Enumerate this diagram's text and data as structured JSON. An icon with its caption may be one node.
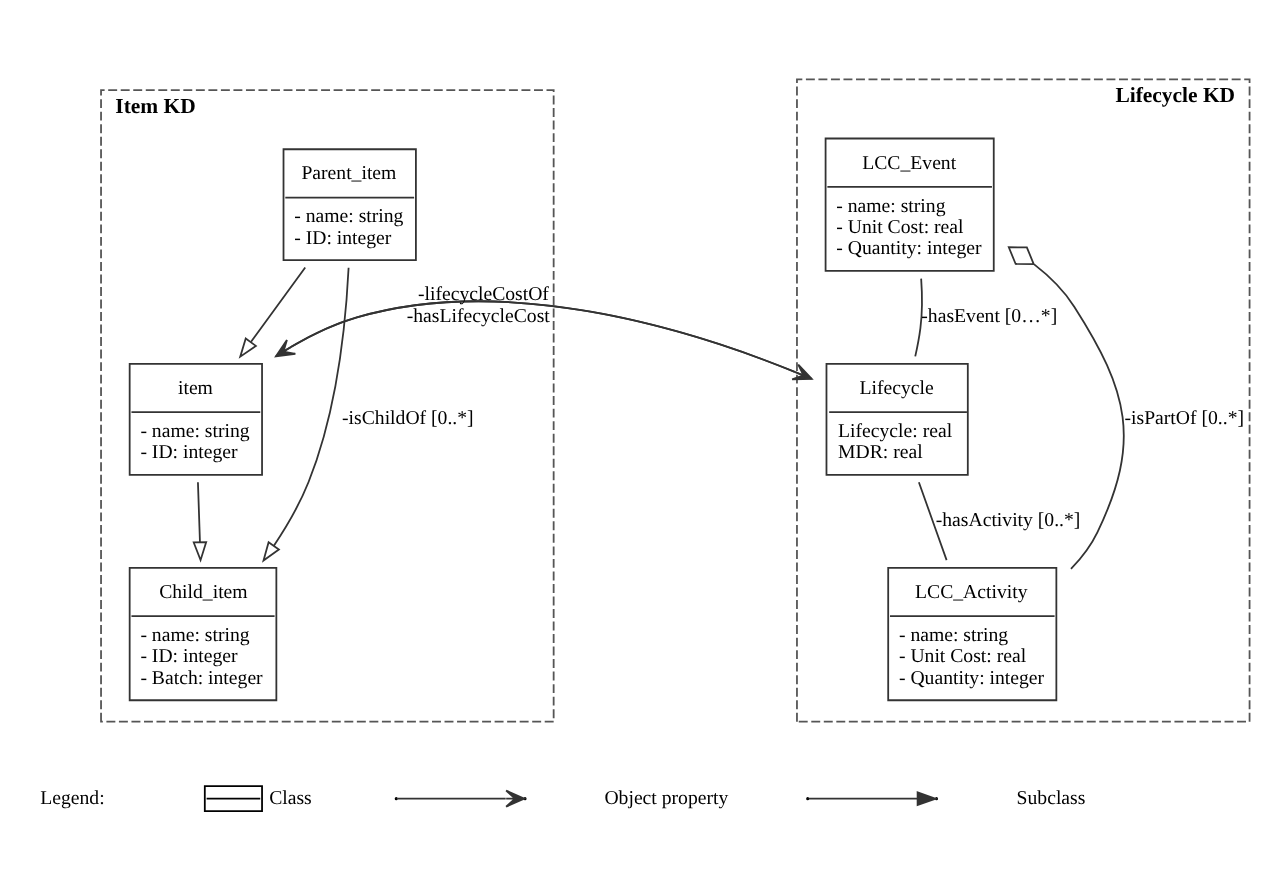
{
  "diagram": {
    "nodes": [
      {
        "text": [
          "Item KD"
        ]
      },
      {
        "text": [
          "Parent_item",
          "- name: string",
          "- ID: integer"
        ],
        "in": 0
      },
      {
        "text": [
          "item",
          "- name: string",
          "- ID: integer"
        ],
        "in": 0
      },
      {
        "text": [
          "Child_item",
          "- name: string",
          "- ID: integer",
          "- Batch: integer"
        ],
        "in": 0
      },
      {
        "text": [
          "Lifecycle KD"
        ]
      },
      {
        "text": [
          "LCC_Event",
          "- name: string",
          "- Unit Cost: real",
          "- Quantity: integer"
        ],
        "in": 4
      },
      {
        "text": [
          "Lifecycle",
          "Lifecycle: real",
          "MDR: real"
        ],
        "in": 4
      },
      {
        "text": [
          "LCC_Activity",
          "- name: string",
          "- Unit Cost: real",
          "- Quantity: integer"
        ],
        "in": 4
      }
    ],
    "edges": [
      {
        "from": 1,
        "to": 2,
        "arrow": "to"
      },
      {
        "from": 2,
        "to": 3,
        "arrow": "to"
      },
      {
        "from": 1,
        "to": 3,
        "arrow": "to",
        "label": "-isChildOf [0..*]"
      },
      {
        "from": 2,
        "to": 6,
        "arrow": "to",
        "label": "-hasLifecycleCost"
      },
      {
        "from": 6,
        "to": 2,
        "arrow": "to",
        "label": "-lifecycleCostOf"
      },
      {
        "from": 6,
        "to": 5,
        "arrow": "none",
        "label": "-hasEvent [0…*]"
      },
      {
        "from": 6,
        "to": 7,
        "arrow": "none",
        "label": "-hasActivity [0..*]"
      },
      {
        "from": 7,
        "to": 5,
        "arrow": "other",
        "label": "-isPartOf [0..*]"
      }
    ],
    "labels": [
      "Legend:"
    ],
    "legend": [
      {
        "text": "Class"
      },
      {
        "text": "Object property"
      },
      {
        "text": "Subclass"
      }
    ]
  }
}
